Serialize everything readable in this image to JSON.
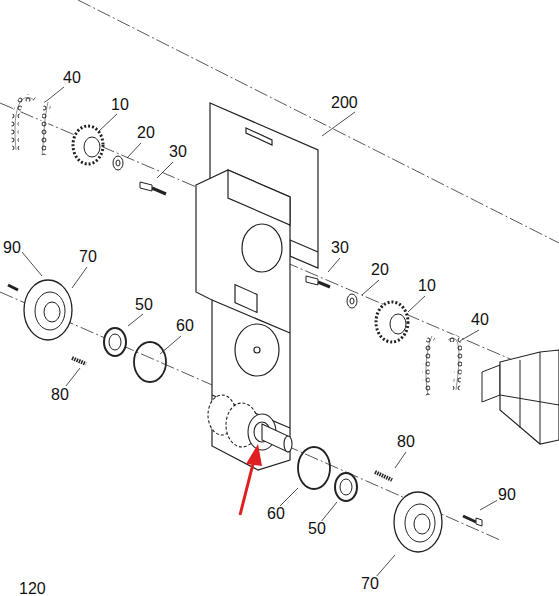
{
  "diagram": {
    "labels": [
      "40",
      "10",
      "20",
      "30",
      "200",
      "90",
      "70",
      "50",
      "60",
      "30",
      "20",
      "10",
      "40",
      "80",
      "80",
      "60",
      "50",
      "90",
      "70",
      "120"
    ]
  }
}
